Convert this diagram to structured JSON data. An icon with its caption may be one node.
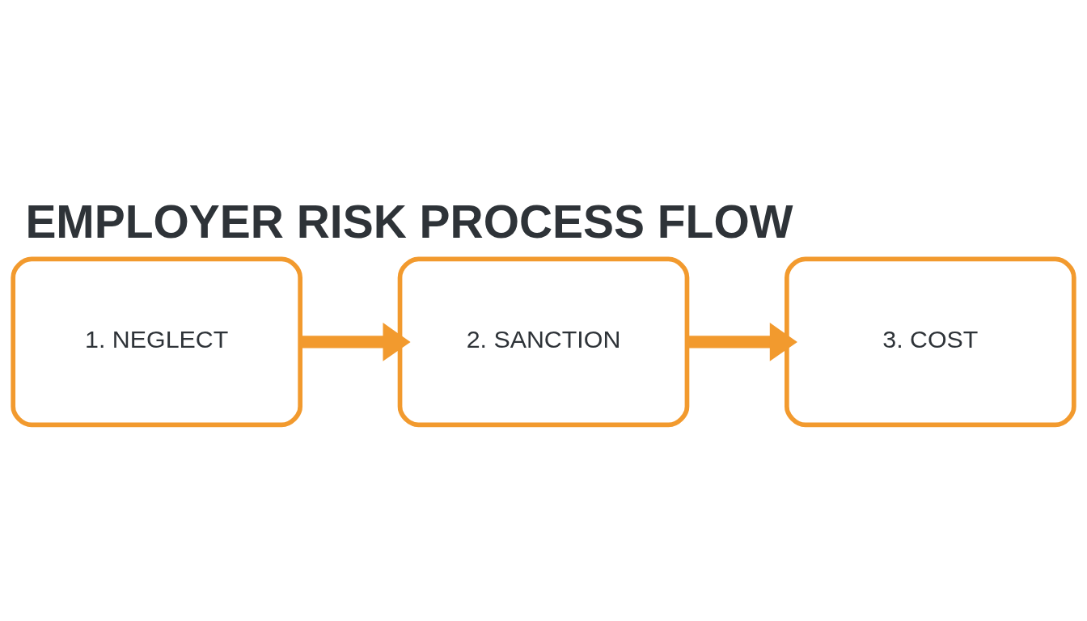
{
  "diagram": {
    "title": "EMPLOYER RISK PROCESS FLOW",
    "nodes": [
      {
        "text": [
          "1. NEGLECT"
        ]
      },
      {
        "text": [
          "2. SANCTION"
        ]
      },
      {
        "text": [
          "3. COST"
        ]
      }
    ],
    "edges": [
      {
        "from": 0,
        "to": 1,
        "arrow": "to"
      },
      {
        "from": 1,
        "to": 2,
        "arrow": "to"
      }
    ]
  }
}
